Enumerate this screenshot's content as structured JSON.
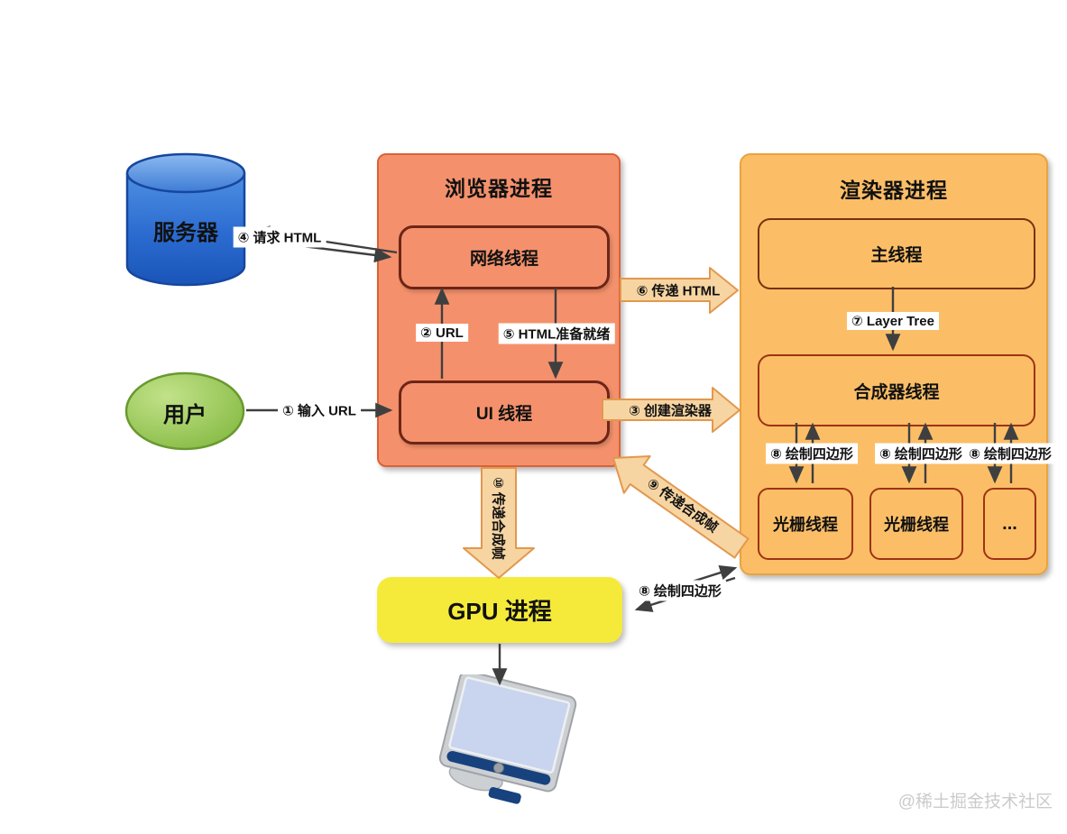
{
  "diagram": {
    "server": {
      "label": "服务器"
    },
    "user": {
      "label": "用户"
    },
    "browser_process": {
      "title": "浏览器进程",
      "network_thread": "网络线程",
      "ui_thread": "UI 线程"
    },
    "renderer_process": {
      "title": "渲染器进程",
      "main_thread": "主线程",
      "compositor_thread": "合成器线程",
      "raster_thread_1": "光栅线程",
      "raster_thread_2": "光栅线程",
      "more_threads": "..."
    },
    "gpu_process": {
      "title": "GPU 进程"
    },
    "arrows": {
      "step1": "① 输入 URL",
      "step2": "② URL",
      "step3": "③ 创建渲染器",
      "step4": "④ 请求 HTML",
      "step5": "⑤ HTML准备就绪",
      "step6": "⑥ 传递 HTML",
      "step7": "⑦ Layer Tree",
      "step8_raster_1": "⑧ 绘制四边形",
      "step8_raster_2": "⑧ 绘制四边形",
      "step8_raster_3": "⑧ 绘制四边形",
      "step8_gpu": "⑧ 绘制四边形",
      "step9": "⑨ 传递合成帧",
      "step10": "⑩ 传递合成帧"
    },
    "watermark": "@稀土掘金技术社区",
    "colors": {
      "browser_fill": "#F4916C",
      "browser_border": "#DA6138",
      "renderer_fill": "#FBBE67",
      "renderer_border": "#EAA33E",
      "inner_box_border_dark": "#6E2517",
      "gpu_fill": "#F5EA3A",
      "server_blue": "#2E6FD0",
      "user_green": "#93C354",
      "block_arrow_fill": "#F7D5A2",
      "block_arrow_border": "#E2984E",
      "thin_arrow": "#3F3F3F",
      "watermark_gray": "#CBCBCB"
    }
  }
}
